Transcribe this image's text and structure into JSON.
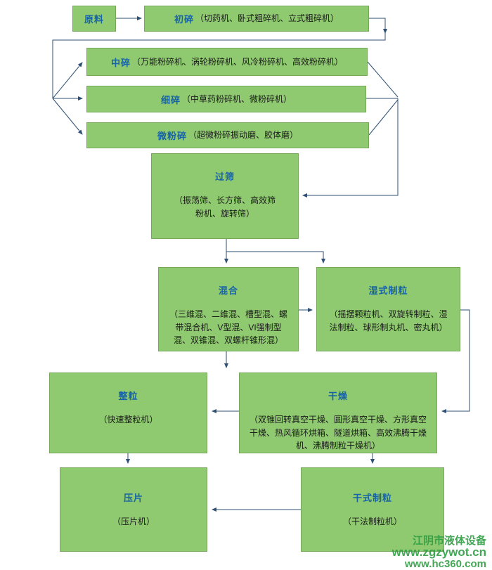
{
  "colors": {
    "box_fill": "#8fca70",
    "box_border": "#76a85c",
    "title_color": "#1663a8",
    "detail_color": "#1b1b1b",
    "connector": "#2f4f74",
    "watermark": "#2f9e44"
  },
  "diagram": {
    "nodes": {
      "yuanliao": {
        "title": "原料",
        "detail": ""
      },
      "chusui": {
        "title": "初碎",
        "detail": "（切药机、卧式粗碎机、立式粗碎机）"
      },
      "zhongsui": {
        "title": "中碎",
        "detail": "（万能粉碎机、涡轮粉碎机、风冷粉碎机、高效粉碎机）"
      },
      "xisui": {
        "title": "细碎",
        "detail": "（中草药粉碎机、微粉碎机）"
      },
      "weifensui": {
        "title": "微粉碎",
        "detail": "（超微粉碎振动磨、胶体磨）"
      },
      "guoshai": {
        "title": "过筛",
        "detail": "（振荡筛、长方筛、高效筛粉机、旋转筛）"
      },
      "hunhe": {
        "title": "混合",
        "detail": "（三维混、二维混、槽型混、螺带混合机、V型混、VI强制型混、双锥混、双螺杆锥形混）"
      },
      "shishizhili": {
        "title": "湿式制粒",
        "detail": "（摇摆颗粒机、双旋转制粒、湿法制粒、球形制丸机、密丸机）"
      },
      "zhengli": {
        "title": "整粒",
        "detail": "（快速整粒机）"
      },
      "ganzao": {
        "title": "干燥",
        "detail": "（双锥回转真空干燥、圆形真空干燥、方形真空干燥、热风循环烘箱、隧道烘箱、高效沸腾干燥机、沸腾制粒干燥机）"
      },
      "yapian": {
        "title": "压片",
        "detail": "（压片机）"
      },
      "ganshizhili": {
        "title": "干式制粒",
        "detail": "（干法制粒机）"
      }
    },
    "watermark": {
      "line1": "江阴市液体设备",
      "line2": "www.zgzywot.cn",
      "line3": "www.hc360.com"
    }
  }
}
